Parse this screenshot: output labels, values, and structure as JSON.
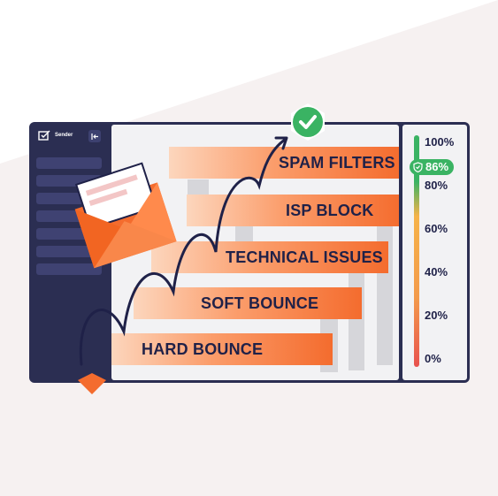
{
  "app": {
    "brand": "Sender"
  },
  "sidebar": {
    "items": [
      "",
      "",
      "",
      "",
      "",
      "",
      ""
    ]
  },
  "bars": [
    {
      "label": "SPAM FILTERS"
    },
    {
      "label": "ISP BLOCK"
    },
    {
      "label": "TECHNICAL ISSUES"
    },
    {
      "label": "SOFT BOUNCE"
    },
    {
      "label": "HARD BOUNCE"
    }
  ],
  "meter": {
    "ticks": [
      "100%",
      "80%",
      "60%",
      "40%",
      "20%",
      "0%"
    ],
    "current_label": "86%",
    "current_value": 86
  },
  "colors": {
    "accent_orange": "#f46c2e",
    "navy": "#1f2148",
    "window": "#2b2e52",
    "success_green": "#3ab363",
    "danger_red": "#e8524e"
  },
  "icons": [
    "compose-icon",
    "collapse-sidebar-icon",
    "checkmark-icon",
    "envelope-icon",
    "shield-icon",
    "arrow-icon"
  ]
}
